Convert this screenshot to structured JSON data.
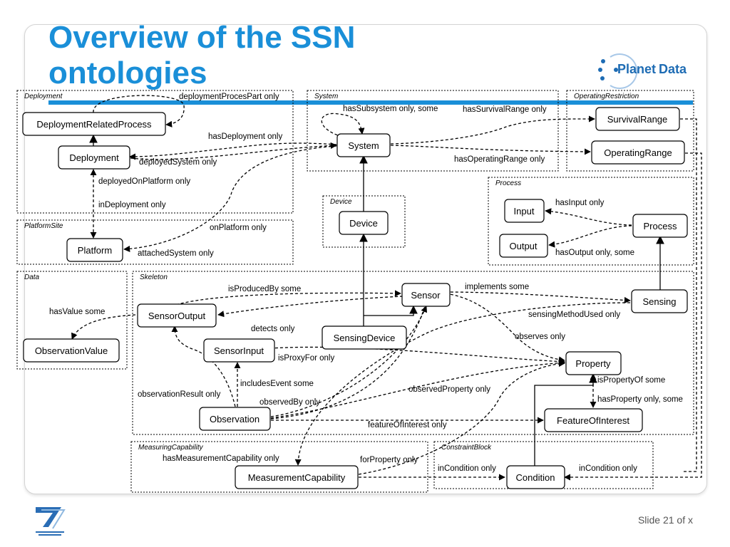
{
  "slide": {
    "title": "Overview of the SSN ontologies",
    "slide_number": "Slide 21 of x",
    "logo_text_1": "Planet",
    "logo_text_2": "Data"
  },
  "groups": [
    {
      "id": "deployment",
      "label": "Deployment"
    },
    {
      "id": "system",
      "label": "System"
    },
    {
      "id": "operating",
      "label": "OperatingRestriction"
    },
    {
      "id": "platformsite",
      "label": "PlatformSite"
    },
    {
      "id": "device",
      "label": "Device"
    },
    {
      "id": "process",
      "label": "Process"
    },
    {
      "id": "data",
      "label": "Data"
    },
    {
      "id": "skeleton",
      "label": "Skeleton"
    },
    {
      "id": "measuring",
      "label": "MeasuringCapability"
    },
    {
      "id": "constraint",
      "label": "ConstraintBlock"
    }
  ],
  "nodes": [
    {
      "id": "DeploymentRelatedProcess",
      "label": "DeploymentRelatedProcess"
    },
    {
      "id": "Deployment",
      "label": "Deployment"
    },
    {
      "id": "System",
      "label": "System"
    },
    {
      "id": "SurvivalRange",
      "label": "SurvivalRange"
    },
    {
      "id": "OperatingRange",
      "label": "OperatingRange"
    },
    {
      "id": "Platform",
      "label": "Platform"
    },
    {
      "id": "Device",
      "label": "Device"
    },
    {
      "id": "Input",
      "label": "Input"
    },
    {
      "id": "Output",
      "label": "Output"
    },
    {
      "id": "Process",
      "label": "Process"
    },
    {
      "id": "ObservationValue",
      "label": "ObservationValue"
    },
    {
      "id": "SensorOutput",
      "label": "SensorOutput"
    },
    {
      "id": "Sensor",
      "label": "Sensor"
    },
    {
      "id": "Sensing",
      "label": "Sensing"
    },
    {
      "id": "SensorInput",
      "label": "SensorInput"
    },
    {
      "id": "SensingDevice",
      "label": "SensingDevice"
    },
    {
      "id": "Property",
      "label": "Property"
    },
    {
      "id": "Observation",
      "label": "Observation"
    },
    {
      "id": "FeatureOfInterest",
      "label": "FeatureOfInterest"
    },
    {
      "id": "MeasurementCapability",
      "label": "MeasurementCapability"
    },
    {
      "id": "Condition",
      "label": "Condition"
    }
  ],
  "edge_labels": [
    {
      "id": "deploymentProcesPart",
      "text": "deploymentProcesPart only"
    },
    {
      "id": "hasDeployment",
      "text": "hasDeployment only"
    },
    {
      "id": "deployedSystem",
      "text": "deployedSystem only"
    },
    {
      "id": "deployedOnPlatform",
      "text": "deployedOnPlatform only"
    },
    {
      "id": "inDeployment",
      "text": "inDeployment only"
    },
    {
      "id": "hasSubsystem",
      "text": "hasSubsystem only, some"
    },
    {
      "id": "hasSurvivalRange",
      "text": "hasSurvivalRange only"
    },
    {
      "id": "hasOperatingRange",
      "text": "hasOperatingRange only"
    },
    {
      "id": "onPlatform",
      "text": "onPlatform only"
    },
    {
      "id": "attachedSystem",
      "text": "attachedSystem only"
    },
    {
      "id": "hasInput",
      "text": "hasInput only"
    },
    {
      "id": "hasOutput",
      "text": "hasOutput only, some"
    },
    {
      "id": "isProducedBy",
      "text": "isProducedBy some"
    },
    {
      "id": "implements",
      "text": "implements some"
    },
    {
      "id": "hasValue",
      "text": "hasValue some"
    },
    {
      "id": "sensingMethodUsed",
      "text": "sensingMethodUsed only"
    },
    {
      "id": "detects",
      "text": "detects only"
    },
    {
      "id": "observes",
      "text": "observes only"
    },
    {
      "id": "isProxyFor",
      "text": "isProxyFor only"
    },
    {
      "id": "includesEvent",
      "text": "includesEvent some"
    },
    {
      "id": "isPropertyOf",
      "text": "isPropertyOf some"
    },
    {
      "id": "observedProperty",
      "text": "observedProperty only"
    },
    {
      "id": "observationResult",
      "text": "observationResult only"
    },
    {
      "id": "observedBy",
      "text": "observedBy only"
    },
    {
      "id": "hasProperty",
      "text": "hasProperty only, some"
    },
    {
      "id": "featureOfInterest",
      "text": "featureOfInterest only"
    },
    {
      "id": "hasMeasurementCapability",
      "text": "hasMeasurementCapability only"
    },
    {
      "id": "forProperty",
      "text": "forProperty only"
    },
    {
      "id": "inCondition1",
      "text": "inCondition only"
    },
    {
      "id": "inCondition2",
      "text": "inCondition only"
    }
  ]
}
